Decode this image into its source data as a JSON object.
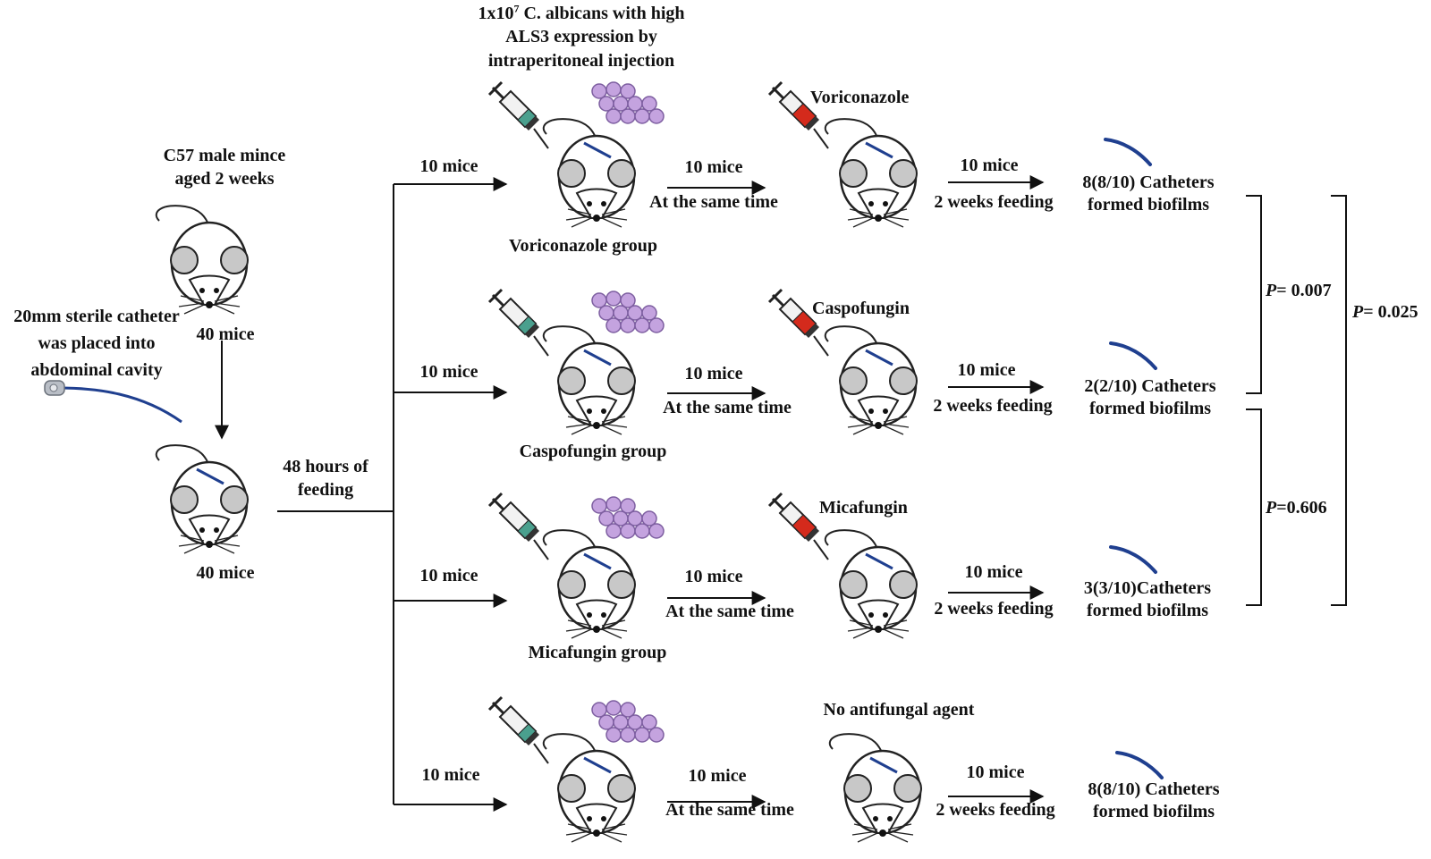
{
  "start": {
    "title_line1": "C57 male mince",
    "title_line2": "aged 2 weeks",
    "count1": "40 mice",
    "catheter_line1": "20mm sterile catheter",
    "catheter_line2": "was placed into",
    "catheter_line3": "abdominal cavity",
    "count2": "40 mice",
    "feeding_line1": "48 hours of",
    "feeding_line2": "feeding"
  },
  "injection": {
    "line1_prefix": "1x10",
    "line1_sup": "7",
    "line1_suffix": " C. albicans with high",
    "line2": "ALS3 expression by",
    "line3": "intraperitoneal injection"
  },
  "groups": [
    {
      "split_label": "10 mice",
      "group_label": "Voriconazole group",
      "step1_count": "10 mice",
      "step1_label": "At the same time",
      "drug_label": "Voriconazole",
      "step2_count": "10 mice",
      "step2_label": "2 weeks feeding",
      "result_line1": "8(8/10) Catheters",
      "result_line2": "formed biofilms"
    },
    {
      "split_label": "10 mice",
      "group_label": "Caspofungin group",
      "step1_count": "10 mice",
      "step1_label": "At the same time",
      "drug_label": "Caspofungin",
      "step2_count": "10 mice",
      "step2_label": "2 weeks feeding",
      "result_line1": "2(2/10) Catheters",
      "result_line2": "formed biofilms"
    },
    {
      "split_label": "10 mice",
      "group_label": "Micafungin group",
      "step1_count": "10 mice",
      "step1_label": "At the same time",
      "drug_label": "Micafungin",
      "step2_count": "10 mice",
      "step2_label": "2 weeks feeding",
      "result_line1": "3(3/10)Catheters",
      "result_line2": "formed biofilms"
    },
    {
      "split_label": "10 mice",
      "group_label": "",
      "step1_count": "10 mice",
      "step1_label": "At the same time",
      "drug_label": "No antifungal agent",
      "step2_count": "10 mice",
      "step2_label": "2 weeks feeding",
      "result_line1": "8(8/10) Catheters",
      "result_line2": "formed biofilms"
    }
  ],
  "stats": [
    {
      "p_symbol": "P",
      "p_value": "= 0.007"
    },
    {
      "p_symbol": "P",
      "p_value": "=0.606"
    },
    {
      "p_symbol": "P",
      "p_value": "= 0.025"
    }
  ],
  "colors": {
    "line": "#111111",
    "mouse_outline": "#222222",
    "mouse_ear": "#c8c8c8",
    "catheter_blue": "#1f3f8f",
    "antifungal_red": "#d42a1c",
    "candida_fill": "#c4a3df",
    "candida_stroke": "#7d5ea0",
    "syringe_green": "#4aa08e"
  },
  "icons": [
    "mouse-icon",
    "syringe-icon",
    "candida-cells-icon",
    "catheter-icon"
  ]
}
